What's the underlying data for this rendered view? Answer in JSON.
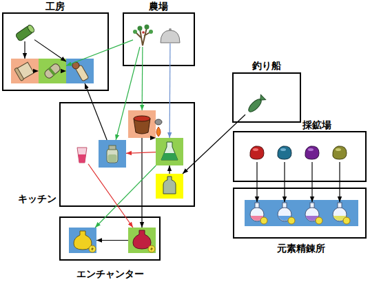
{
  "diagram": {
    "nodes": [
      {
        "text": [
          "工房"
        ]
      },
      {
        "text": [],
        "in": 0
      },
      {
        "text": [],
        "in": 0
      },
      {
        "text": [],
        "in": 0
      },
      {
        "text": [],
        "in": 0
      },
      {
        "text": [
          "農場"
        ]
      },
      {
        "text": [],
        "in": 5
      },
      {
        "text": [],
        "in": 5
      },
      {
        "text": [
          "釣り船"
        ]
      },
      {
        "text": [],
        "in": 8
      },
      {
        "text": [
          "キッチン"
        ]
      },
      {
        "text": [],
        "in": 10
      },
      {
        "text": [],
        "in": 10
      },
      {
        "text": [],
        "in": 10
      },
      {
        "text": [],
        "in": 10
      },
      {
        "text": [],
        "in": 10
      },
      {
        "text": [
          "採鉱場"
        ]
      },
      {
        "text": [],
        "in": 16
      },
      {
        "text": [],
        "in": 16
      },
      {
        "text": [],
        "in": 16
      },
      {
        "text": [],
        "in": 16
      },
      {
        "text": [
          "元素精錬所"
        ]
      },
      {
        "text": [],
        "in": 21
      },
      {
        "text": [],
        "in": 22
      },
      {
        "text": [],
        "in": 22
      },
      {
        "text": [],
        "in": 22
      },
      {
        "text": [],
        "in": 22
      },
      {
        "text": [
          "エンチャンター"
        ]
      },
      {
        "text": [],
        "in": 27
      },
      {
        "text": [],
        "in": 27
      }
    ],
    "edges": [
      {
        "from": 1,
        "to": 2,
        "arrow": "to"
      },
      {
        "from": 1,
        "to": 4,
        "arrow": "to"
      },
      {
        "from": 2,
        "to": 3,
        "arrow": "to"
      },
      {
        "from": 3,
        "to": 4,
        "arrow": "to"
      },
      {
        "from": 6,
        "to": 3,
        "arrow": "to"
      },
      {
        "from": 6,
        "to": 13,
        "arrow": "to"
      },
      {
        "from": 6,
        "to": 11,
        "arrow": "to"
      },
      {
        "from": 7,
        "to": 14,
        "arrow": "to"
      },
      {
        "from": 11,
        "to": 14,
        "arrow": "to"
      },
      {
        "from": 11,
        "to": 29,
        "arrow": "to"
      },
      {
        "from": 13,
        "to": 4,
        "arrow": "to"
      },
      {
        "from": 14,
        "to": 13,
        "arrow": "to"
      },
      {
        "from": 15,
        "to": 14,
        "arrow": "to"
      },
      {
        "from": 9,
        "to": 15,
        "arrow": "to"
      },
      {
        "from": 14,
        "to": 28,
        "arrow": "to"
      },
      {
        "from": 12,
        "to": 29,
        "arrow": "to"
      },
      {
        "from": 29,
        "to": 28,
        "arrow": "to"
      },
      {
        "from": 17,
        "to": 23,
        "arrow": "to"
      },
      {
        "from": 18,
        "to": 24,
        "arrow": "to"
      },
      {
        "from": 19,
        "to": 25,
        "arrow": "to"
      },
      {
        "from": 20,
        "to": 26,
        "arrow": "to"
      }
    ]
  }
}
